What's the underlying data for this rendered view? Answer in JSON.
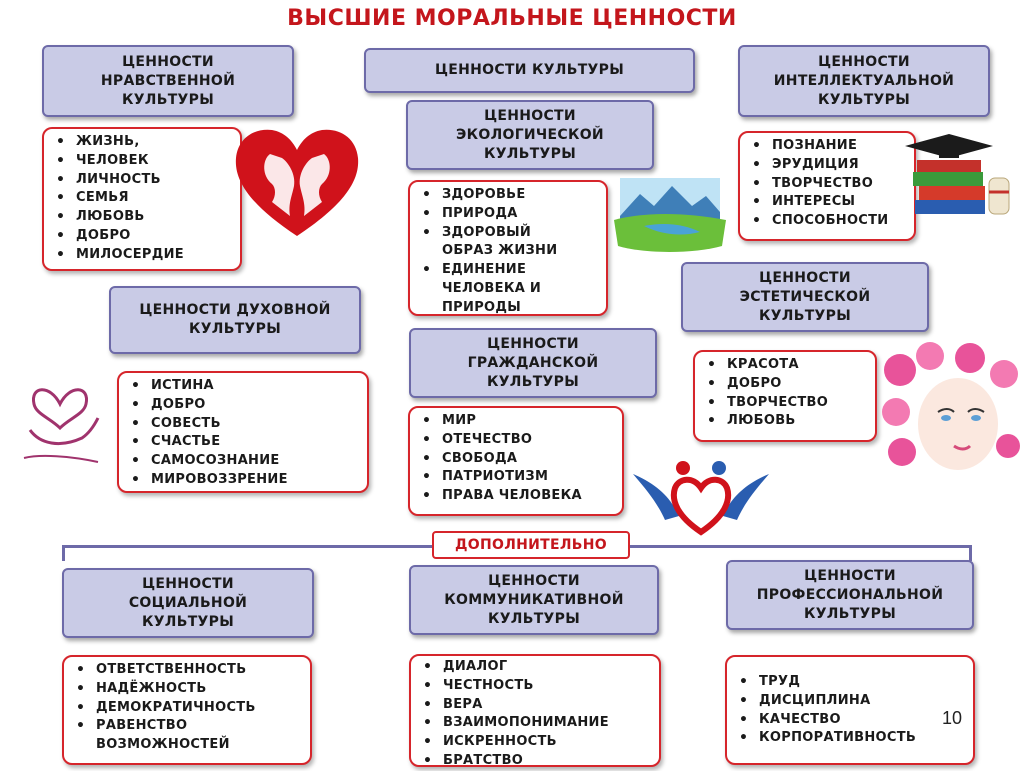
{
  "title": "ВЫСШИЕ МОРАЛЬНЫЕ ЦЕННОСТИ",
  "extra_label": "ДОПОЛНИТЕЛЬНО",
  "page_number": "10",
  "categories": {
    "moral": {
      "header": "ЦЕННОСТИ\nНРАВСТВЕННОЙ\nКУЛЬТУРЫ",
      "items": [
        "ЖИЗНЬ,",
        "ЧЕЛОВЕК",
        "ЛИЧНОСТЬ",
        "СЕМЬЯ",
        "ЛЮБОВЬ",
        "ДОБРО",
        "МИЛОСЕРДИЕ"
      ]
    },
    "culture": {
      "header": "ЦЕННОСТИ КУЛЬТУРЫ"
    },
    "intellectual": {
      "header": "ЦЕННОСТИ\nИНТЕЛЛЕКТУАЛЬНОЙ\nКУЛЬТУРЫ",
      "items": [
        "ПОЗНАНИЕ",
        "ЭРУДИЦИЯ",
        "ТВОРЧЕСТВО",
        "ИНТЕРЕСЫ",
        "СПОСОБНОСТИ"
      ]
    },
    "ecological": {
      "header": "ЦЕННОСТИ\nЭКОЛОГИЧЕСКОЙ\nКУЛЬТУРЫ",
      "items": [
        "ЗДОРОВЬЕ",
        "ПРИРОДА",
        "ЗДОРОВЫЙ\nОБРАЗ ЖИЗНИ",
        "ЕДИНЕНИЕ\nЧЕЛОВЕКА И\nПРИРОДЫ"
      ]
    },
    "spiritual": {
      "header": "ЦЕННОСТИ ДУХОВНОЙ\nКУЛЬТУРЫ",
      "items": [
        "ИСТИНА",
        "ДОБРО",
        "СОВЕСТЬ",
        "СЧАСТЬЕ",
        "САМОСОЗНАНИЕ",
        "МИРОВОЗЗРЕНИЕ"
      ]
    },
    "aesthetic": {
      "header": "ЦЕННОСТИ\nЭСТЕТИЧЕСКОЙ\nКУЛЬТУРЫ",
      "items": [
        "КРАСОТА",
        "ДОБРО",
        "ТВОРЧЕСТВО",
        "ЛЮБОВЬ"
      ]
    },
    "civic": {
      "header": "ЦЕННОСТИ\nГРАЖДАНСКОЙ\nКУЛЬТУРЫ",
      "items": [
        "МИР",
        "ОТЕЧЕСТВО",
        "СВОБОДА",
        "ПАТРИОТИЗМ",
        "ПРАВА ЧЕЛОВЕКА"
      ]
    },
    "social": {
      "header": "ЦЕННОСТИ\nСОЦИАЛЬНОЙ\nКУЛЬТУРЫ",
      "items": [
        "ОТВЕТСТВЕННОСТЬ",
        "НАДЁЖНОСТЬ",
        "ДЕМОКРАТИЧНОСТЬ",
        "РАВЕНСТВО\nВОЗМОЖНОСТЕЙ"
      ]
    },
    "communicative": {
      "header": "ЦЕННОСТИ\nКОММУНИКАТИВНОЙ\nКУЛЬТУРЫ",
      "items": [
        "ДИАЛОГ",
        "ЧЕСТНОСТЬ",
        "ВЕРА",
        "ВЗАИМОПОНИМАНИЕ",
        "ИСКРЕННОСТЬ",
        "БРАТСТВО"
      ]
    },
    "professional": {
      "header": "ЦЕННОСТИ\nПРОФЕССИОНАЛЬНОЙ\nКУЛЬТУРЫ",
      "items": [
        "ТРУД",
        "ДИСЦИПЛИНА",
        "КАЧЕСТВО",
        "КОРПОРАТИВНОСТЬ"
      ]
    }
  }
}
